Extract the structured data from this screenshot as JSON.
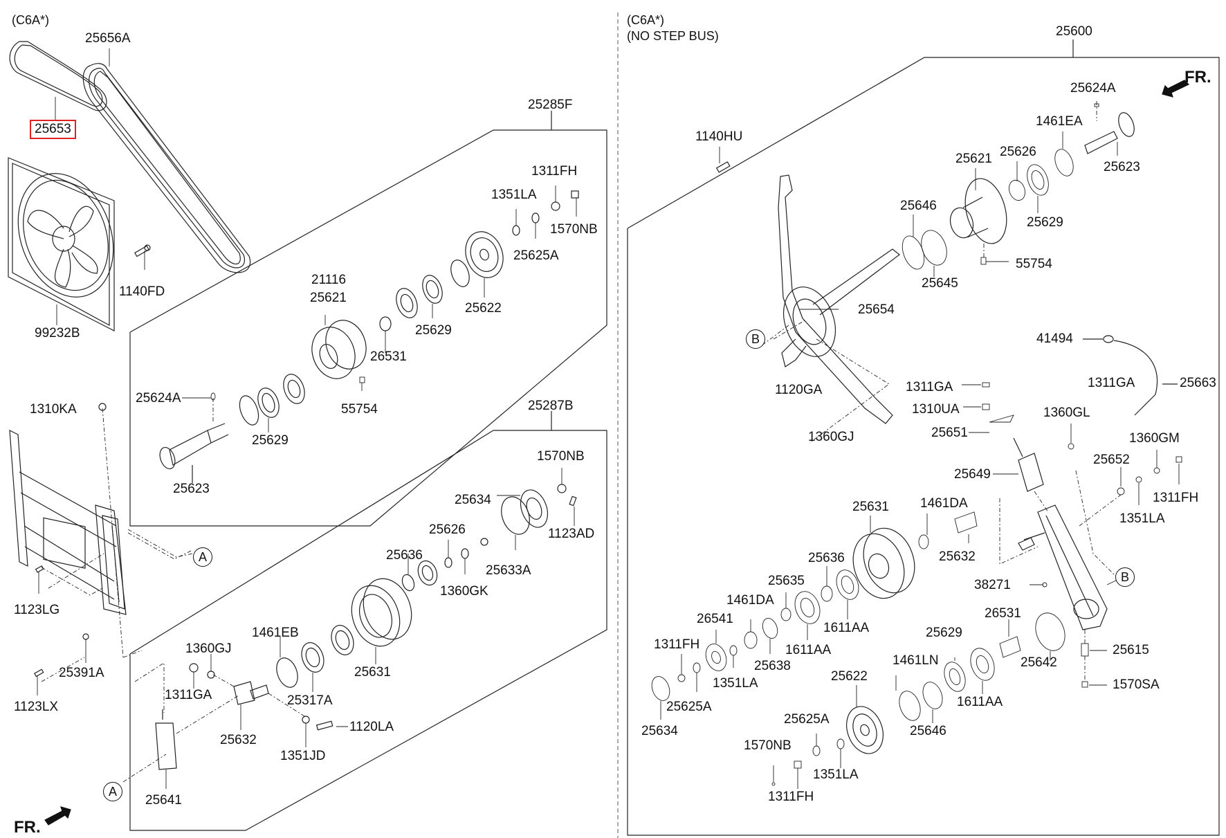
{
  "diagram": {
    "title": "Radiator / Cooling Fan & Drive Belt Tensioner Parts Diagram",
    "left_panel": {
      "variant_note": "(C6A*)",
      "direction_label": "FR.",
      "callouts": [
        "A",
        "A"
      ],
      "parts": [
        {
          "id": "25656A",
          "desc": "drive belt"
        },
        {
          "id": "25653",
          "desc": "drive belt",
          "highlighted": true
        },
        {
          "id": "1140FD"
        },
        {
          "id": "99232B"
        },
        {
          "id": "25285F"
        },
        {
          "id": "1311FH"
        },
        {
          "id": "1351LA"
        },
        {
          "id": "1570NB"
        },
        {
          "id": "25625A"
        },
        {
          "id": "21116"
        },
        {
          "id": "25621"
        },
        {
          "id": "25622"
        },
        {
          "id": "25629"
        },
        {
          "id": "26531"
        },
        {
          "id": "55754"
        },
        {
          "id": "25624A"
        },
        {
          "id": "25629_b",
          "label": "25629"
        },
        {
          "id": "25623"
        },
        {
          "id": "1310KA"
        },
        {
          "id": "1123LG"
        },
        {
          "id": "25391A"
        },
        {
          "id": "1123LX"
        },
        {
          "id": "25287B"
        },
        {
          "id": "1570NB_b",
          "label": "1570NB"
        },
        {
          "id": "25634"
        },
        {
          "id": "1123AD"
        },
        {
          "id": "25626"
        },
        {
          "id": "25633A"
        },
        {
          "id": "25636"
        },
        {
          "id": "1360GK"
        },
        {
          "id": "25631"
        },
        {
          "id": "1461EB"
        },
        {
          "id": "1360GJ"
        },
        {
          "id": "1311GA"
        },
        {
          "id": "25317A"
        },
        {
          "id": "25632"
        },
        {
          "id": "1120LA"
        },
        {
          "id": "1351JD"
        },
        {
          "id": "25641"
        }
      ]
    },
    "right_panel": {
      "variant_note_line1": "(C6A*)",
      "variant_note_line2": "(NO STEP BUS)",
      "direction_label": "FR.",
      "callouts": [
        "B",
        "B"
      ],
      "parts": [
        {
          "id": "25600"
        },
        {
          "id": "25624A"
        },
        {
          "id": "1461EA"
        },
        {
          "id": "25623"
        },
        {
          "id": "1140HU"
        },
        {
          "id": "25621"
        },
        {
          "id": "25626"
        },
        {
          "id": "25629"
        },
        {
          "id": "25646"
        },
        {
          "id": "25645"
        },
        {
          "id": "55754"
        },
        {
          "id": "25654"
        },
        {
          "id": "41494"
        },
        {
          "id": "25663"
        },
        {
          "id": "1311GA"
        },
        {
          "id": "1311GA_b",
          "label": "1311GA"
        },
        {
          "id": "1120GA"
        },
        {
          "id": "1310UA"
        },
        {
          "id": "1360GL"
        },
        {
          "id": "1360GJ"
        },
        {
          "id": "25651"
        },
        {
          "id": "1360GM"
        },
        {
          "id": "25652"
        },
        {
          "id": "25649"
        },
        {
          "id": "1311FH"
        },
        {
          "id": "1351LA"
        },
        {
          "id": "25631"
        },
        {
          "id": "1461DA"
        },
        {
          "id": "25632"
        },
        {
          "id": "25636"
        },
        {
          "id": "25635"
        },
        {
          "id": "1461DA_b",
          "label": "1461DA"
        },
        {
          "id": "38271"
        },
        {
          "id": "26541"
        },
        {
          "id": "1611AA"
        },
        {
          "id": "1611AA_b",
          "label": "1611AA"
        },
        {
          "id": "26531"
        },
        {
          "id": "25629_b",
          "label": "25629"
        },
        {
          "id": "1311FH_b",
          "label": "1311FH"
        },
        {
          "id": "25638"
        },
        {
          "id": "25615"
        },
        {
          "id": "1351LA_b",
          "label": "1351LA"
        },
        {
          "id": "25642"
        },
        {
          "id": "1461LN"
        },
        {
          "id": "25622"
        },
        {
          "id": "1570SA"
        },
        {
          "id": "25625A"
        },
        {
          "id": "1611AA_c",
          "label": "1611AA"
        },
        {
          "id": "25634"
        },
        {
          "id": "25646_b",
          "label": "25646"
        },
        {
          "id": "25625A_b",
          "label": "25625A"
        },
        {
          "id": "1570NB"
        },
        {
          "id": "1351LA_c",
          "label": "1351LA"
        },
        {
          "id": "1311FH_c",
          "label": "1311FH"
        }
      ]
    }
  },
  "labels": {
    "l_c6a": "(C6A*)",
    "l_25656A": "25656A",
    "l_25653": "25653",
    "l_1140FD": "1140FD",
    "l_99232B": "99232B",
    "l_25285F": "25285F",
    "l_1311FH": "1311FH",
    "l_1351LA": "1351LA",
    "l_1570NB": "1570NB",
    "l_25625A": "25625A",
    "l_21116": "21116",
    "l_25621": "25621",
    "l_25622": "25622",
    "l_25629a": "25629",
    "l_26531": "26531",
    "l_55754": "55754",
    "l_25624A": "25624A",
    "l_25629b": "25629",
    "l_25623": "25623",
    "l_1310KA": "1310KA",
    "l_1123LG": "1123LG",
    "l_25391A": "25391A",
    "l_1123LX": "1123LX",
    "l_25287B": "25287B",
    "l_1570NB_b": "1570NB",
    "l_25634": "25634",
    "l_1123AD": "1123AD",
    "l_25626": "25626",
    "l_25633A": "25633A",
    "l_25636": "25636",
    "l_1360GK": "1360GK",
    "l_25631": "25631",
    "l_1461EB": "1461EB",
    "l_1360GJ": "1360GJ",
    "l_1311GA": "1311GA",
    "l_25317A": "25317A",
    "l_25632": "25632",
    "l_1120LA": "1120LA",
    "l_1351JD": "1351JD",
    "l_25641": "25641",
    "l_fr_left": "FR.",
    "l_callout_A1": "A",
    "l_callout_A2": "A",
    "r_c6a": "(C6A*)",
    "r_nostep": "(NO STEP BUS)",
    "r_25600": "25600",
    "r_fr": "FR.",
    "r_25624A": "25624A",
    "r_1461EA": "1461EA",
    "r_25623": "25623",
    "r_1140HU": "1140HU",
    "r_25621": "25621",
    "r_25626": "25626",
    "r_25629": "25629",
    "r_25646": "25646",
    "r_25645": "25645",
    "r_55754": "55754",
    "r_25654": "25654",
    "r_41494": "41494",
    "r_25663": "25663",
    "r_1311GA": "1311GA",
    "r_1311GA_b": "1311GA",
    "r_1120GA": "1120GA",
    "r_1310UA": "1310UA",
    "r_1360GL": "1360GL",
    "r_1360GJ": "1360GJ",
    "r_25651": "25651",
    "r_1360GM": "1360GM",
    "r_25652": "25652",
    "r_25649": "25649",
    "r_1311FH": "1311FH",
    "r_1351LA": "1351LA",
    "r_25631": "25631",
    "r_1461DA": "1461DA",
    "r_25632": "25632",
    "r_25636": "25636",
    "r_25635": "25635",
    "r_1461DA_b": "1461DA",
    "r_38271": "38271",
    "r_26541": "26541",
    "r_1611AA": "1611AA",
    "r_1611AA_b": "1611AA",
    "r_26531": "26531",
    "r_25629_b": "25629",
    "r_1311FH_b": "1311FH",
    "r_25638": "25638",
    "r_25615": "25615",
    "r_1351LA_b": "1351LA",
    "r_25642": "25642",
    "r_1461LN": "1461LN",
    "r_25622": "25622",
    "r_1570SA": "1570SA",
    "r_25625A": "25625A",
    "r_1611AA_c": "1611AA",
    "r_25634": "25634",
    "r_25646_b": "25646",
    "r_25625A_b": "25625A",
    "r_1570NB": "1570NB",
    "r_1351LA_c": "1351LA",
    "r_1311FH_c": "1311FH",
    "r_callout_B1": "B",
    "r_callout_B2": "B"
  },
  "colors": {
    "line": "#222222",
    "highlight": "#e02020",
    "background": "#ffffff"
  }
}
